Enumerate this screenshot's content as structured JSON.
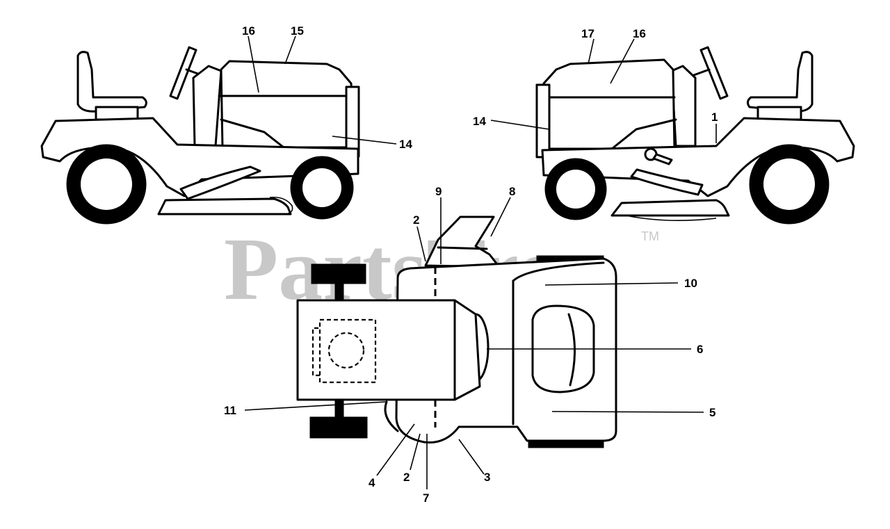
{
  "watermark": {
    "text": "PartsTree",
    "tm": "TM"
  },
  "labels": {
    "left_16": "16",
    "left_15": "15",
    "left_14": "14",
    "right_17": "17",
    "right_16": "16",
    "right_14": "14",
    "right_1": "1",
    "top_9": "9",
    "top_8": "8",
    "top_2a": "2",
    "top_10": "10",
    "top_6": "6",
    "top_11": "11",
    "top_5": "5",
    "top_4": "4",
    "top_2b": "2",
    "top_3": "3",
    "top_7": "7"
  }
}
